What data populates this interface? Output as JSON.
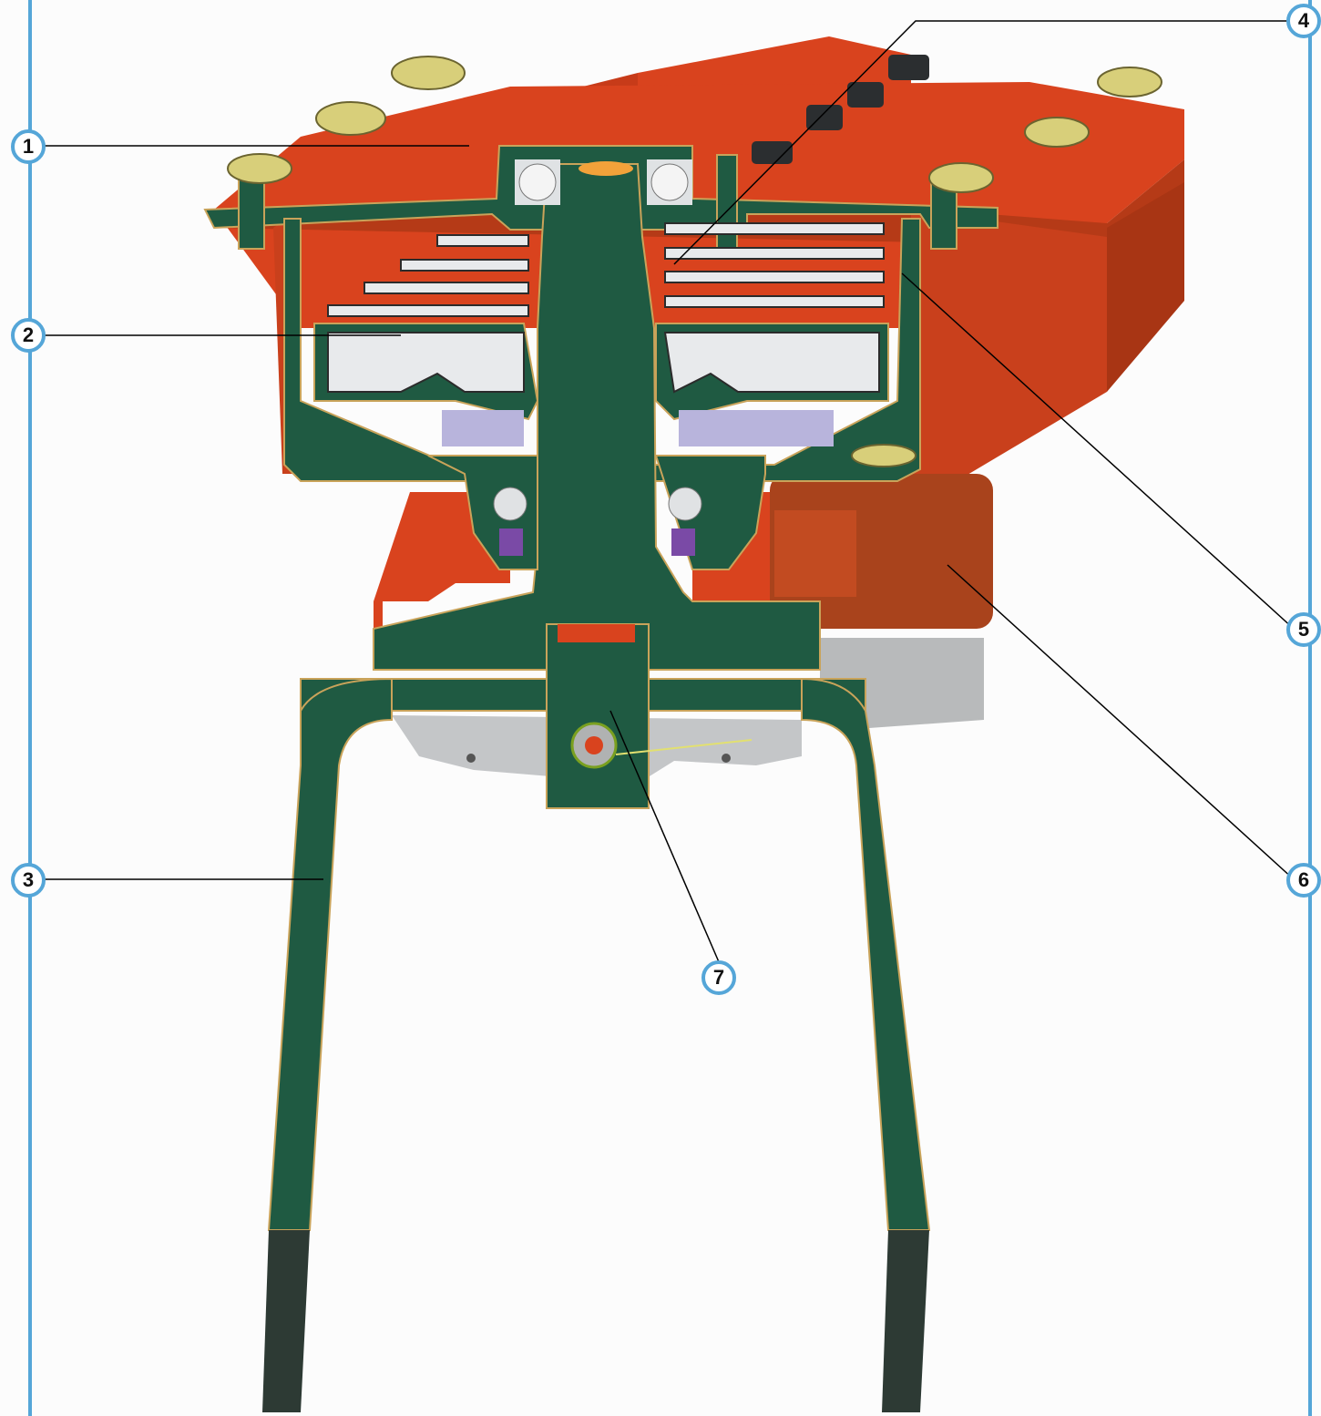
{
  "figure": {
    "colors": {
      "housing": "#d9431e",
      "housing_shadow": "#a83514",
      "section": "#1f5a42",
      "section_edge": "#c9a35a",
      "stack_light": "#e8eaec",
      "bolt": "#d8cf7a",
      "rail": "#55a6d8",
      "rod_end": "#2d3a34"
    }
  },
  "callouts": [
    {
      "id": "1",
      "label": "1"
    },
    {
      "id": "2",
      "label": "2"
    },
    {
      "id": "3",
      "label": "3"
    },
    {
      "id": "4",
      "label": "4"
    },
    {
      "id": "5",
      "label": "5"
    },
    {
      "id": "6",
      "label": "6"
    },
    {
      "id": "7",
      "label": "7"
    }
  ]
}
